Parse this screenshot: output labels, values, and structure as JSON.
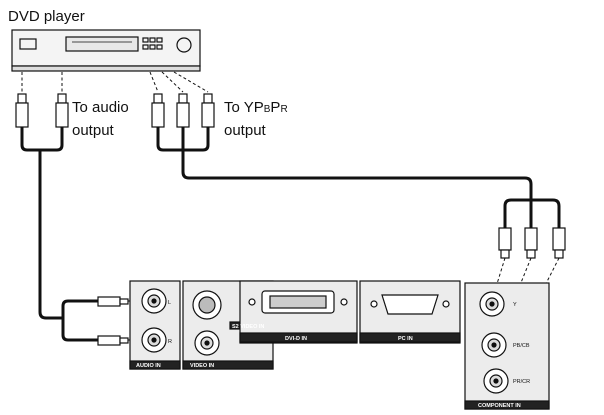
{
  "labels": {
    "device": "DVD player",
    "audio_line1": "To audio",
    "audio_line2": "output",
    "ypbpr_line1_main": "To YP",
    "ypbpr_line1_sub1": "B",
    "ypbpr_line1_mid": "P",
    "ypbpr_line1_sub2": "R",
    "ypbpr_line2": "output"
  },
  "panel": {
    "audio_in": "AUDIO IN",
    "audio_l": "L",
    "audio_r": "R",
    "video_in": "VIDEO IN",
    "s2_video_in": "S2 VIDEO IN",
    "dvi_d_in": "DVI-D IN",
    "pc_in": "PC IN",
    "component_in": "COMPONENT IN",
    "comp_y": "Y",
    "comp_pb": "PB/CB",
    "comp_pr": "PR/CR"
  },
  "colors": {
    "line": "#111111",
    "panel_fill": "#ececec",
    "label_bar": "#222222"
  }
}
